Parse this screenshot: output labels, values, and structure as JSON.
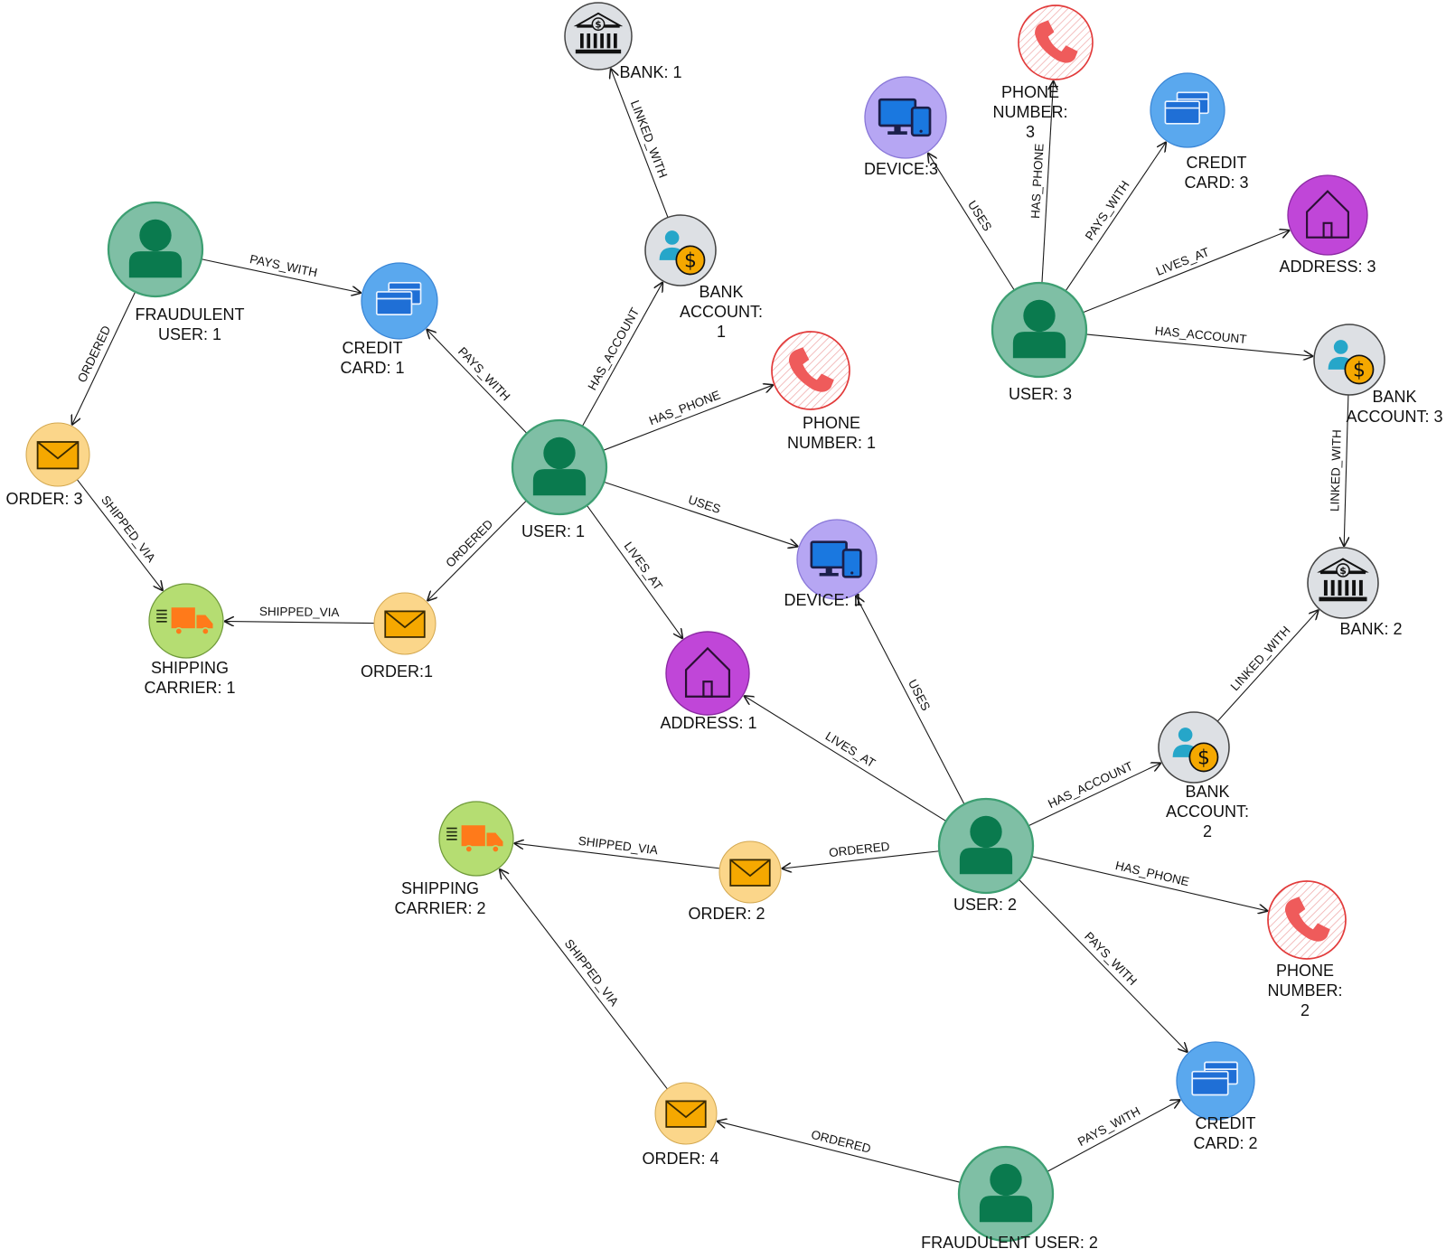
{
  "colors": {
    "user_fill": "#7fbfa5",
    "user_stroke": "#3d9f72",
    "user_glyph": "#0a7a4e",
    "card_fill": "#5aa8ee",
    "card_glyph": "#1f6fd6",
    "phone_stroke": "#e23b3b",
    "phone_glyph": "#ef5b5b",
    "device_fill": "#b6a6f3",
    "device_glyph": "#1a78e0",
    "address_fill": "#c046d8",
    "order_fill": "#fbd68a",
    "order_glyph": "#f5a800",
    "shipping_fill": "#b5dd72",
    "shipping_glyph": "#ff7a1a",
    "bank_fill": "#dde0e4",
    "account_coin": "#f5a800",
    "account_person": "#26a6c9"
  },
  "nodes": [
    {
      "id": "bank1",
      "kind": "bank",
      "label_lines": [
        "BANK: 1"
      ]
    },
    {
      "id": "account1",
      "kind": "account",
      "label_lines": [
        "BANK",
        "ACCOUNT:",
        "1"
      ]
    },
    {
      "id": "fraud1",
      "kind": "user",
      "label_lines": [
        "FRAUDULENT",
        "USER: 1"
      ]
    },
    {
      "id": "card1",
      "kind": "card",
      "label_lines": [
        "CREDIT",
        "CARD: 1"
      ]
    },
    {
      "id": "phone1",
      "kind": "phone",
      "label_lines": [
        "PHONE",
        "NUMBER: 1"
      ]
    },
    {
      "id": "order3",
      "kind": "order",
      "label_lines": [
        "ORDER: 3"
      ]
    },
    {
      "id": "user1",
      "kind": "user",
      "label_lines": [
        "USER: 1"
      ]
    },
    {
      "id": "ship1",
      "kind": "shipping",
      "label_lines": [
        "SHIPPING",
        "CARRIER: 1"
      ]
    },
    {
      "id": "order1",
      "kind": "order",
      "label_lines": [
        "ORDER:1"
      ]
    },
    {
      "id": "device1",
      "kind": "device",
      "label_lines": [
        "DEVICE: 1"
      ]
    },
    {
      "id": "address1",
      "kind": "address",
      "label_lines": [
        "ADDRESS: 1"
      ]
    },
    {
      "id": "device3",
      "kind": "device",
      "label_lines": [
        "DEVICE:3"
      ]
    },
    {
      "id": "phone3",
      "kind": "phone",
      "label_lines": [
        "PHONE",
        "NUMBER:",
        "3"
      ]
    },
    {
      "id": "card3",
      "kind": "card",
      "label_lines": [
        "CREDIT",
        "CARD: 3"
      ]
    },
    {
      "id": "address3",
      "kind": "address",
      "label_lines": [
        "ADDRESS: 3"
      ]
    },
    {
      "id": "user3",
      "kind": "user",
      "label_lines": [
        "USER: 3"
      ]
    },
    {
      "id": "account3",
      "kind": "account",
      "label_lines": [
        "BANK",
        "ACCOUNT: 3"
      ]
    },
    {
      "id": "bank2",
      "kind": "bank",
      "label_lines": [
        "BANK: 2"
      ]
    },
    {
      "id": "account2",
      "kind": "account",
      "label_lines": [
        "BANK",
        "ACCOUNT:",
        "2"
      ]
    },
    {
      "id": "user2",
      "kind": "user",
      "label_lines": [
        "USER: 2"
      ]
    },
    {
      "id": "ship2",
      "kind": "shipping",
      "label_lines": [
        "SHIPPING",
        "CARRIER: 2"
      ]
    },
    {
      "id": "order2",
      "kind": "order",
      "label_lines": [
        "ORDER: 2"
      ]
    },
    {
      "id": "phone2",
      "kind": "phone",
      "label_lines": [
        "PHONE",
        "NUMBER:",
        "2"
      ]
    },
    {
      "id": "card2",
      "kind": "card",
      "label_lines": [
        "CREDIT",
        "CARD: 2"
      ]
    },
    {
      "id": "order4",
      "kind": "order",
      "label_lines": [
        "ORDER: 4"
      ]
    },
    {
      "id": "fraud2",
      "kind": "user",
      "label_lines": [
        "FRAUDULENT USER: 2"
      ]
    }
  ],
  "edges": [
    {
      "from": "fraud1",
      "to": "card1",
      "label": "PAYS_WITH"
    },
    {
      "from": "fraud1",
      "to": "order3",
      "label": "ORDERED"
    },
    {
      "from": "order3",
      "to": "ship1",
      "label": "SHIPPED_VIA"
    },
    {
      "from": "order1",
      "to": "ship1",
      "label": "SHIPPED_VIA"
    },
    {
      "from": "user1",
      "to": "order1",
      "label": "ORDERED"
    },
    {
      "from": "user1",
      "to": "card1",
      "label": "PAYS_WITH"
    },
    {
      "from": "user1",
      "to": "account1",
      "label": "HAS_ACCOUNT"
    },
    {
      "from": "account1",
      "to": "bank1",
      "label": "LINKED_WITH"
    },
    {
      "from": "user1",
      "to": "phone1",
      "label": "HAS_PHONE"
    },
    {
      "from": "user1",
      "to": "device1",
      "label": "USES"
    },
    {
      "from": "user1",
      "to": "address1",
      "label": "LIVES_AT"
    },
    {
      "from": "user3",
      "to": "device3",
      "label": "USES"
    },
    {
      "from": "user3",
      "to": "phone3",
      "label": "HAS_PHONE"
    },
    {
      "from": "user3",
      "to": "card3",
      "label": "PAYS_WITH"
    },
    {
      "from": "user3",
      "to": "address3",
      "label": "LIVES_AT"
    },
    {
      "from": "user3",
      "to": "account3",
      "label": "HAS_ACCOUNT"
    },
    {
      "from": "account3",
      "to": "bank2",
      "label": "LINKED_WITH"
    },
    {
      "from": "account2",
      "to": "bank2",
      "label": "LINKED_WITH"
    },
    {
      "from": "user2",
      "to": "account2",
      "label": "HAS_ACCOUNT"
    },
    {
      "from": "user2",
      "to": "device1",
      "label": "USES"
    },
    {
      "from": "user2",
      "to": "address1",
      "label": "LIVES_AT"
    },
    {
      "from": "user2",
      "to": "order2",
      "label": "ORDERED"
    },
    {
      "from": "order2",
      "to": "ship2",
      "label": "SHIPPED_VIA"
    },
    {
      "from": "user2",
      "to": "phone2",
      "label": "HAS_PHONE"
    },
    {
      "from": "user2",
      "to": "card2",
      "label": "PAYS_WITH"
    },
    {
      "from": "order4",
      "to": "ship2",
      "label": "SHIPPED_VIA"
    },
    {
      "from": "fraud2",
      "to": "order4",
      "label": "ORDERED"
    },
    {
      "from": "fraud2",
      "to": "card2",
      "label": "PAYS_WITH"
    }
  ]
}
